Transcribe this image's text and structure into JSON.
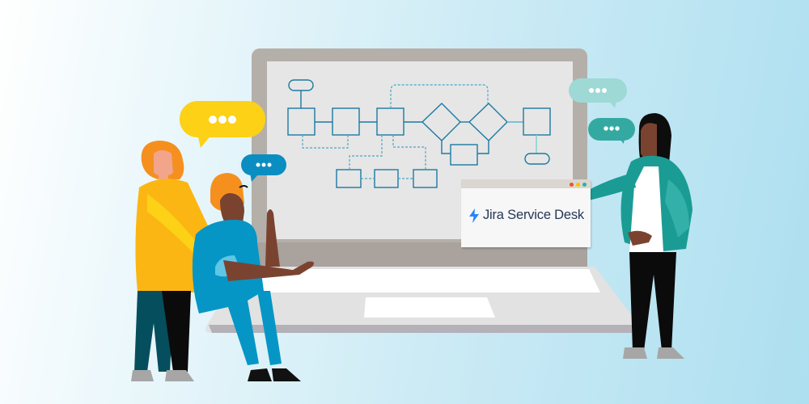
{
  "illustration": {
    "theme": "team collaborating around a laptop showing a workflow diagram",
    "background_gradient": [
      "#ffffff",
      "#cdebf5",
      "#addff0"
    ]
  },
  "brand_card": {
    "logo_icon": "lightning-bolt-icon",
    "product_name": "Jira Service Desk",
    "logo_color": "#2684ff",
    "text_color": "#253858",
    "window_dots": [
      "#e8572a",
      "#f5c400",
      "#2ab3a6"
    ]
  },
  "speech_bubbles": [
    {
      "name": "yellow-bubble",
      "color": "#fcd116",
      "text": "•••"
    },
    {
      "name": "blue-bubble",
      "color": "#0a8ec1",
      "text": "•••"
    },
    {
      "name": "light-teal-bubble",
      "color": "#9ed9d5",
      "text": "•••"
    },
    {
      "name": "teal-bubble",
      "color": "#34a9a2",
      "text": "•••"
    }
  ],
  "flowchart": {
    "stroke_color": "#1b7aa1",
    "dashed_color": "#4aa7c7",
    "nodes": [
      "start-terminal",
      "step-1",
      "step-2",
      "step-3",
      "decision-1",
      "decision-2",
      "loop-step",
      "step-4",
      "end-terminal",
      "sub-step-1",
      "sub-step-2",
      "sub-step-3"
    ]
  },
  "colors": {
    "laptop_frame": "#b5afaa",
    "laptop_screen": "#e6e6e6",
    "laptop_base": "#e3e3e3",
    "keyboard": "#ffffff"
  }
}
